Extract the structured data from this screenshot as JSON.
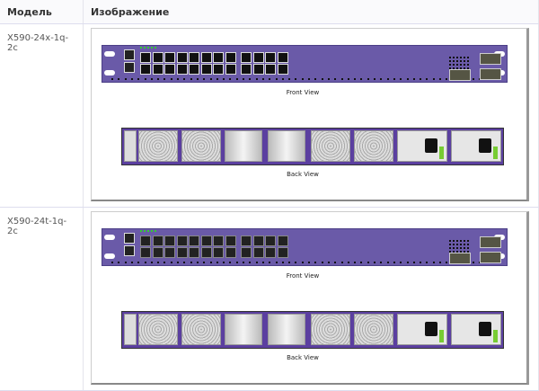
{
  "table": {
    "headers": [
      "Модель",
      "Изображение"
    ],
    "rows": [
      {
        "model": "X590-24x-1q-2c",
        "front_label": "Front View",
        "back_label": "Back View",
        "port_type": "sfp"
      },
      {
        "model": "X590-24t-1q-2c",
        "front_label": "Front View",
        "back_label": "Back View",
        "port_type": "rj45"
      }
    ]
  },
  "colors": {
    "chassis": "#6a5aa8",
    "back_chassis": "#5b3fa0",
    "psu_latch": "#77cc33"
  }
}
